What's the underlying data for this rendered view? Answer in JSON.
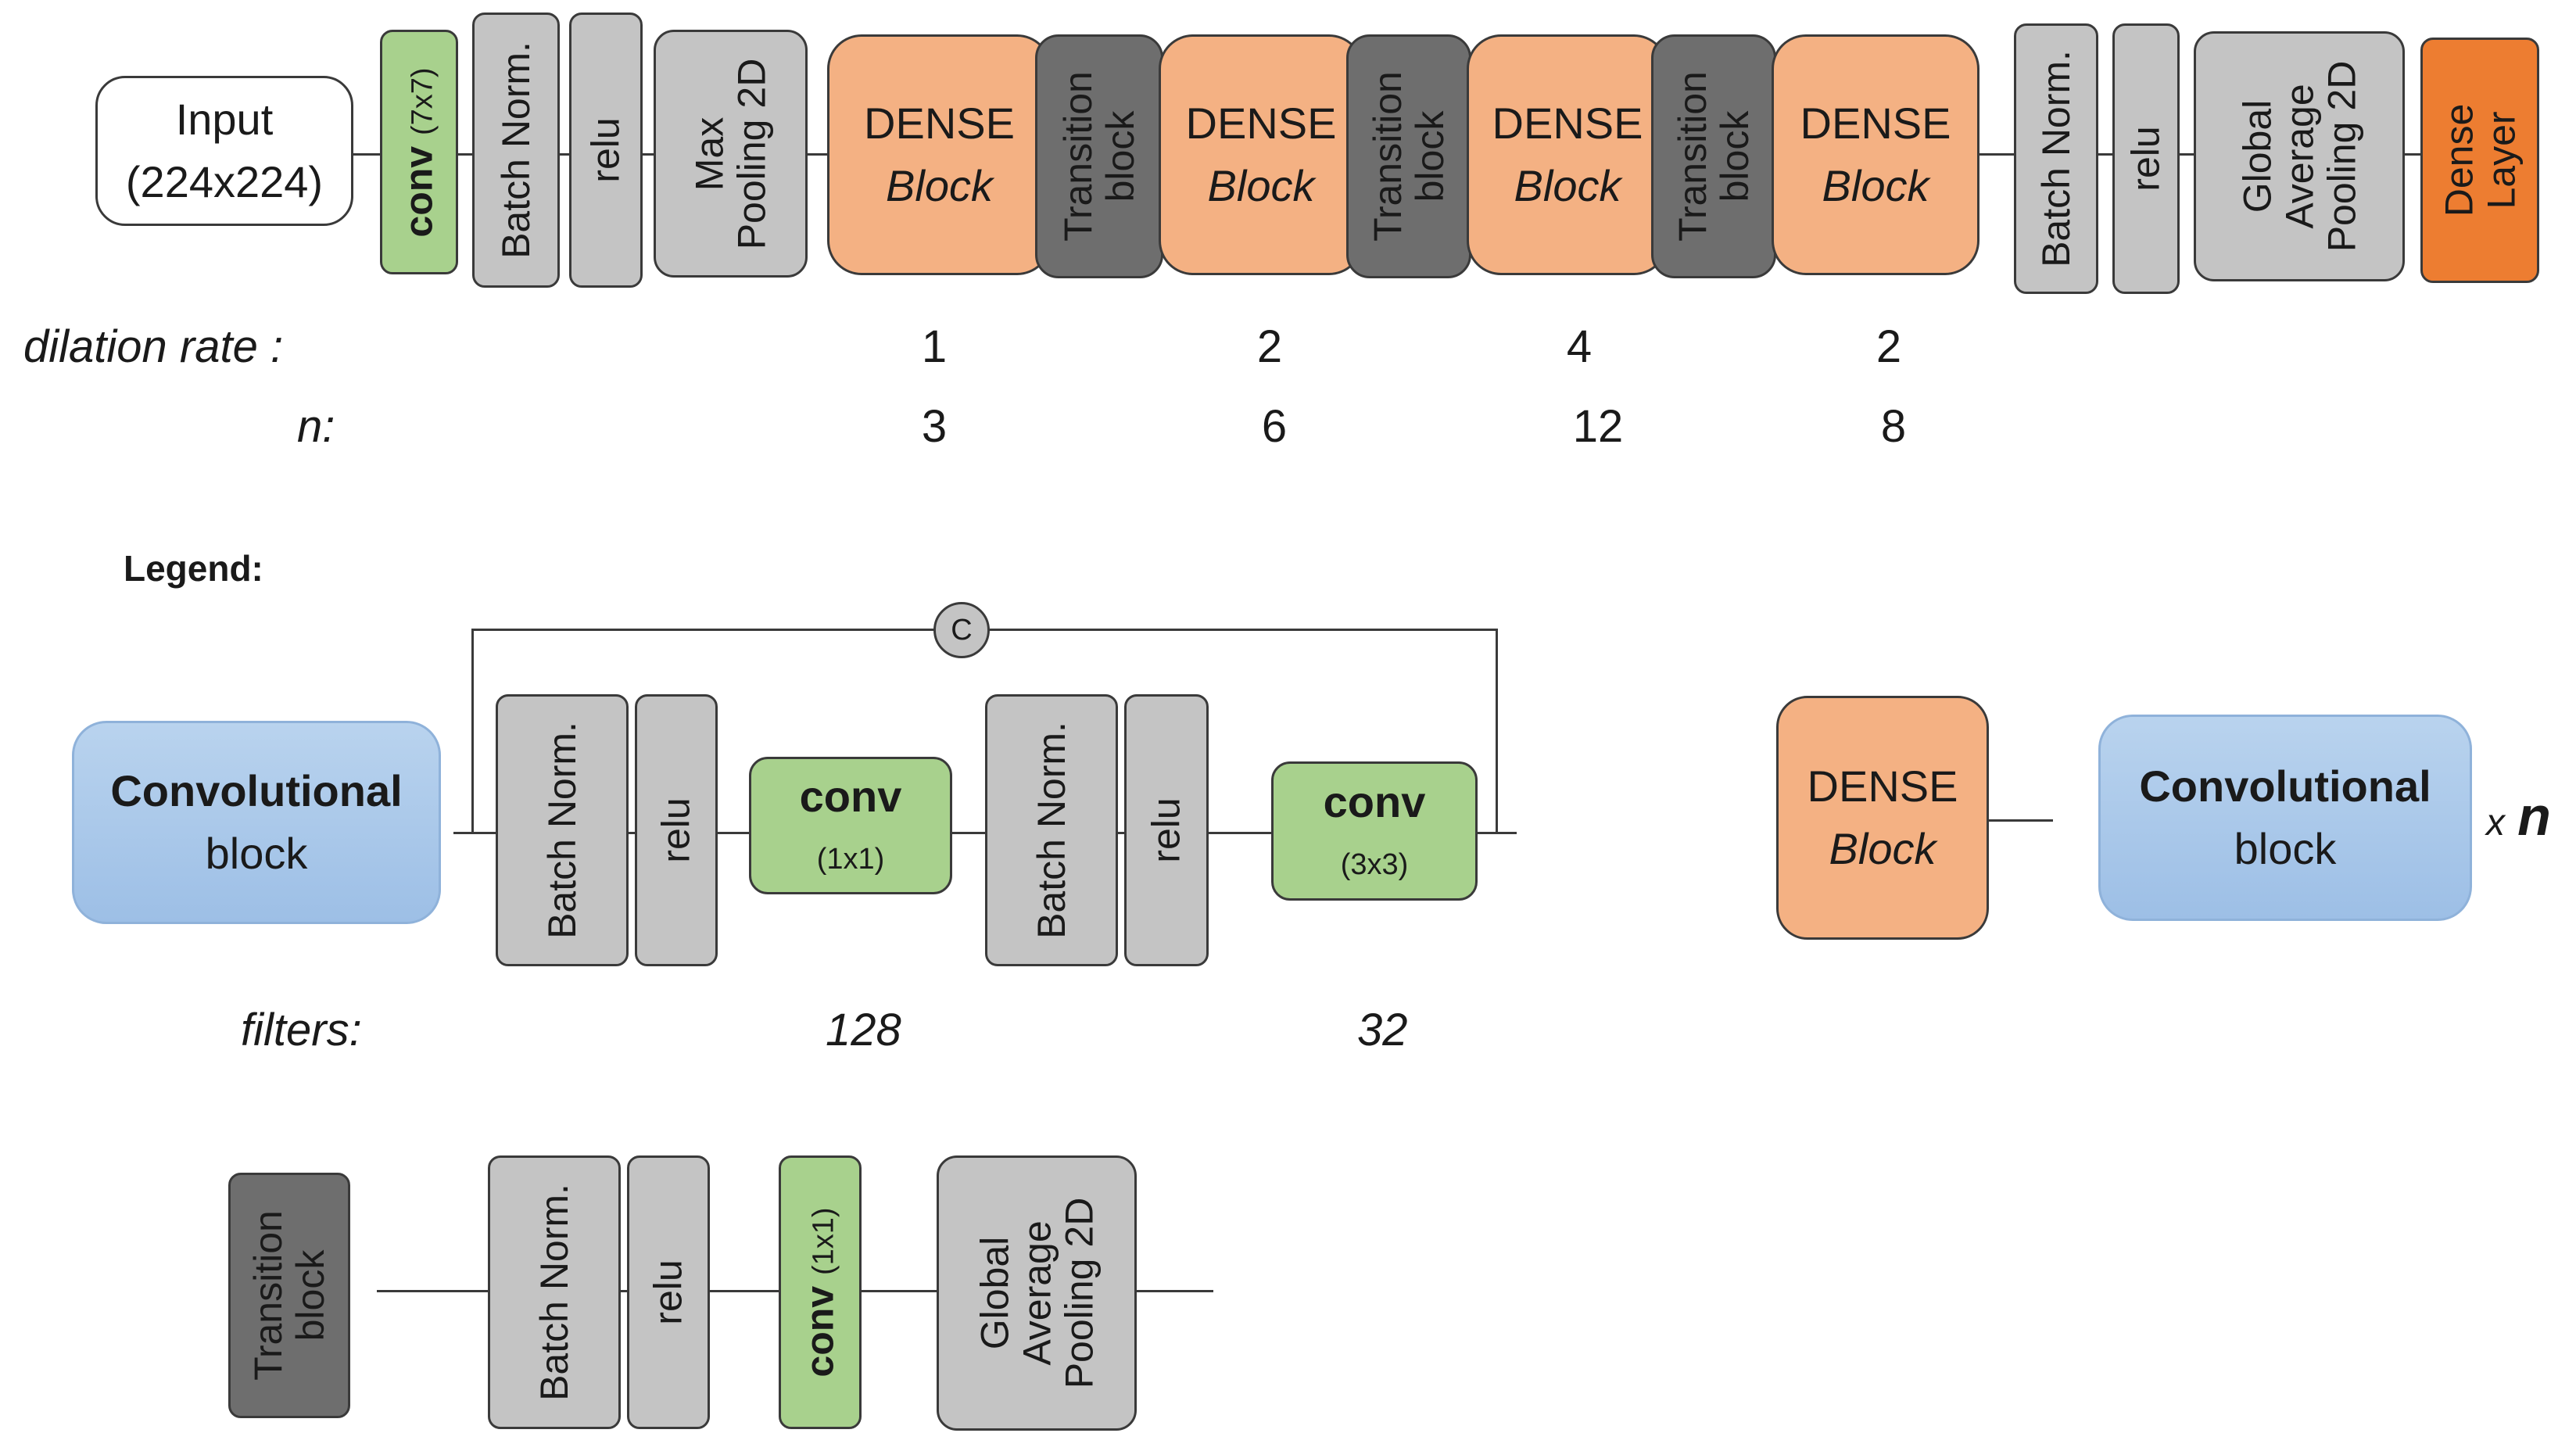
{
  "main_row": {
    "input_label": "Input",
    "input_size": "(224x224)",
    "conv_label": "conv",
    "conv_kernel": "(7x7)",
    "batch_norm": "Batch Norm.",
    "relu": "relu",
    "max_pooling_line1": "Max",
    "max_pooling_line2": "Pooling 2D",
    "dense_line1": "DENSE",
    "dense_line2": "Block",
    "transition_line1": "Transition",
    "transition_line2": "block",
    "gap_line1": "Global",
    "gap_line2": "Average",
    "gap_line3": "Pooling 2D",
    "dense_layer_line1": "Dense",
    "dense_layer_line2": "Layer"
  },
  "params": {
    "dilation_label": "dilation rate :",
    "n_label": "n:",
    "dilation_rates": [
      "1",
      "2",
      "4",
      "2"
    ],
    "n_values": [
      "3",
      "6",
      "12",
      "8"
    ]
  },
  "legend": {
    "title": "Legend:",
    "concat_symbol": "C",
    "conv_block_line1": "Convolutional",
    "conv_block_line2": "block",
    "batch_norm": "Batch Norm.",
    "relu": "relu",
    "conv_label": "conv",
    "conv1x1": "(1x1)",
    "conv3x3": "(3x3)",
    "filters_label": "filters:",
    "filters_1": "128",
    "filters_2": "32",
    "dense_line1": "DENSE",
    "dense_line2": "Block",
    "repeat_x": "x",
    "repeat_n": "n",
    "transition_line1": "Transition",
    "transition_line2": "block",
    "gap_line1": "Global",
    "gap_line2": "Average",
    "gap_line3": "Pooling 2D"
  },
  "colors": {
    "gray": "#c4c4c4",
    "dark_gray": "#6e6e6e",
    "green": "#a8d18d",
    "peach": "#f4b183",
    "orange": "#ed7d31",
    "blue": "#9dbfe6"
  }
}
